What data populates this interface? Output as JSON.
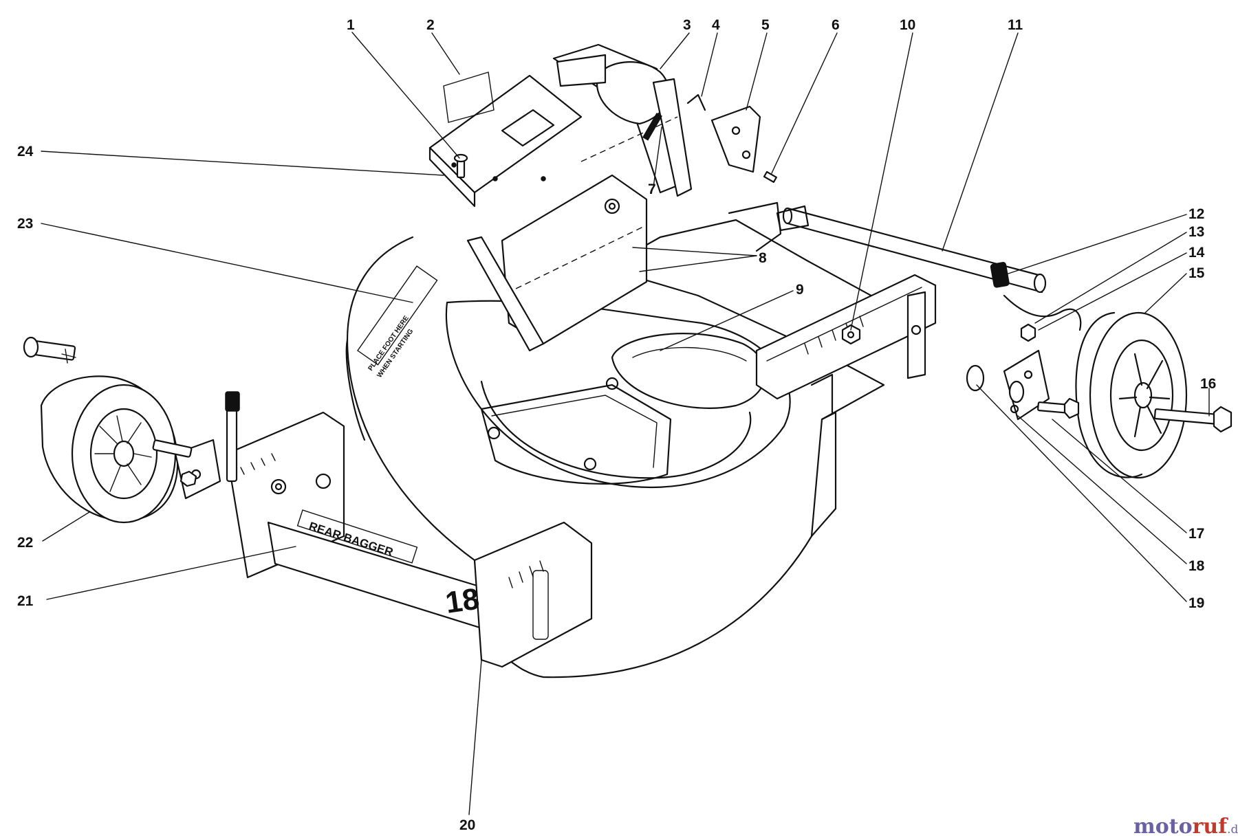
{
  "diagram": {
    "callouts": [
      "1",
      "2",
      "3",
      "4",
      "5",
      "6",
      "7",
      "8",
      "9",
      "10",
      "11",
      "12",
      "13",
      "14",
      "15",
      "16",
      "17",
      "18",
      "19",
      "20",
      "21",
      "22",
      "23",
      "24"
    ],
    "decals": {
      "rear_bagger": "REAR BAGGER",
      "size": "18",
      "warning_line1": "PLACE FOOT HERE",
      "warning_line2": "WHEN STARTING"
    }
  },
  "watermark": {
    "part1": "moto",
    "part2": "ruf",
    "part3": ".de"
  }
}
